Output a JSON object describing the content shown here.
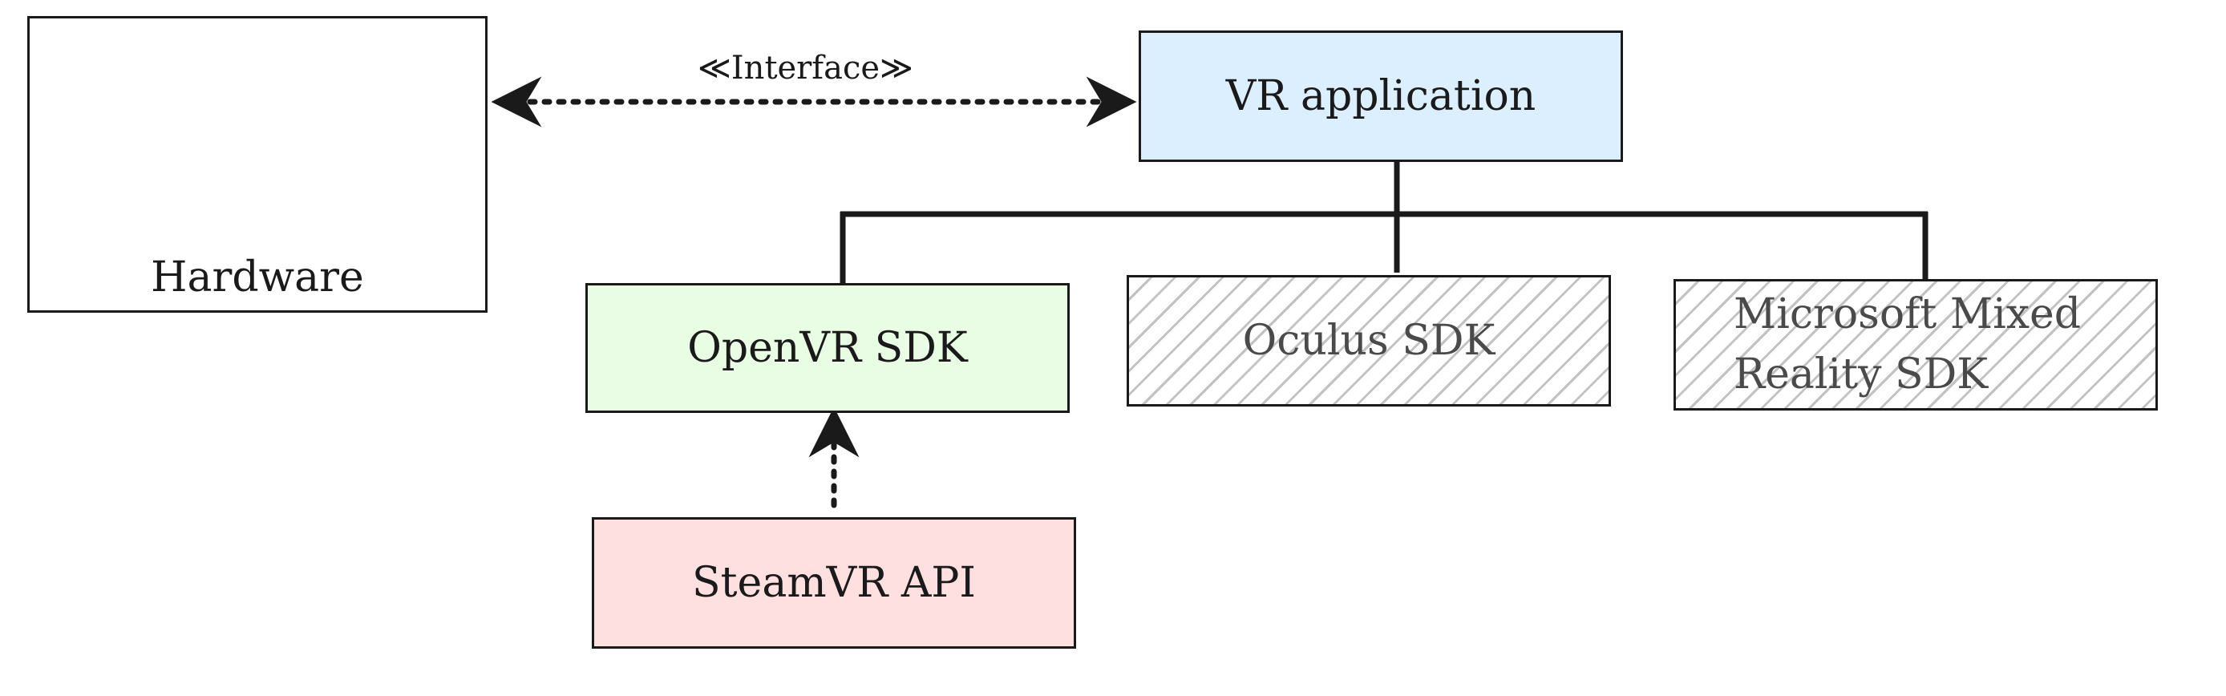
{
  "hardware": {
    "label": "Hardware"
  },
  "interface": {
    "label": "≪Interface≫"
  },
  "vr_application": {
    "label": "VR application",
    "fill": "#dcefff"
  },
  "openvr_sdk": {
    "label": "OpenVR SDK",
    "fill": "#e8fde4"
  },
  "oculus_sdk": {
    "label": "Oculus SDK"
  },
  "microsoft_mixed_reality_sdk": {
    "line1": "Microsoft Mixed",
    "line2": "Reality SDK"
  },
  "steamvr_api": {
    "label": "SteamVR API",
    "fill": "#ffe0e0"
  },
  "colors": {
    "stroke": "#1a1a1a",
    "hatch": "#c2c2c2",
    "muted_text": "#4a4a4a"
  }
}
